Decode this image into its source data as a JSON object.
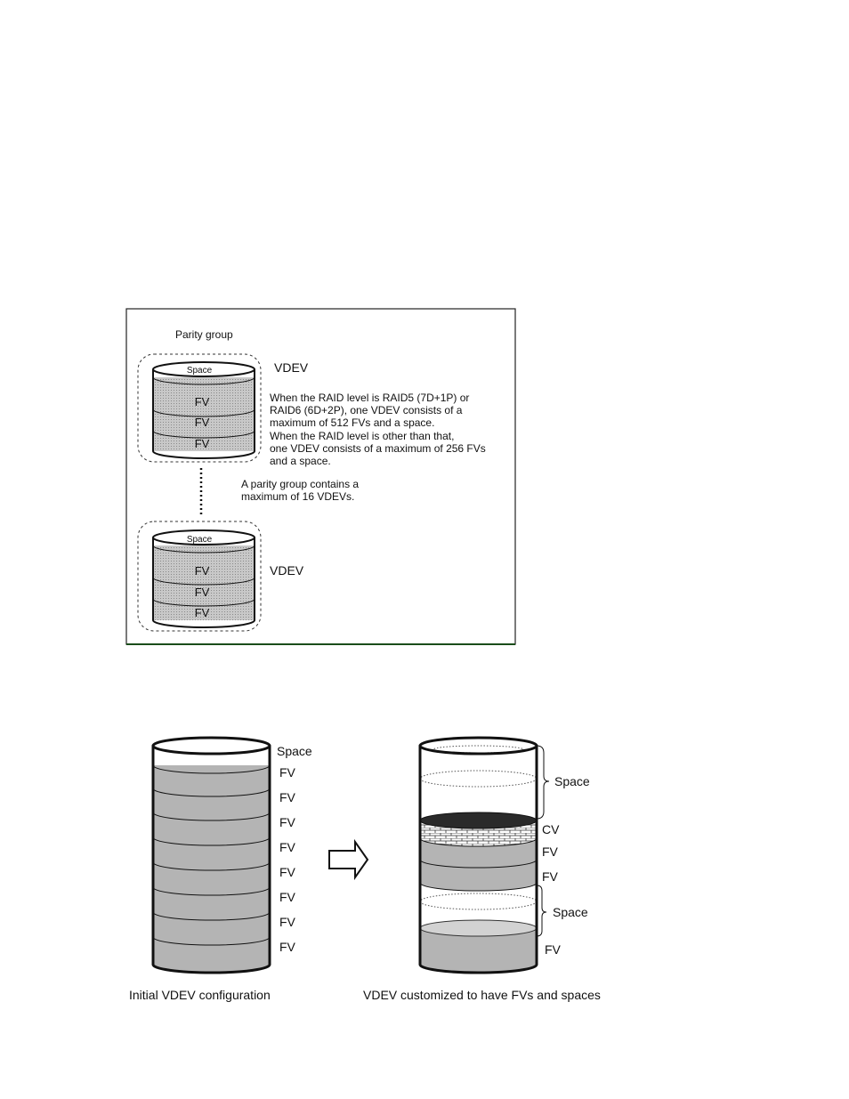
{
  "figure1": {
    "title": "Parity group",
    "top_vdev": {
      "label": "VDEV",
      "space_label": "Space",
      "fv_labels": [
        "FV",
        "FV",
        "FV"
      ]
    },
    "bottom_vdev": {
      "label": "VDEV",
      "space_label": "Space",
      "fv_labels": [
        "FV",
        "FV",
        "FV"
      ]
    },
    "description_lines": [
      "When the RAID level is RAID5 (7D+1P) or",
      "RAID6 (6D+2P), one VDEV consists of a",
      "maximum of 512 FVs and a space.",
      "When the RAID level is other than that,",
      "one VDEV consists of a maximum of 256 FVs",
      "and a space."
    ],
    "note_lines": [
      "A parity group contains a",
      "maximum of 16 VDEVs."
    ]
  },
  "figure2": {
    "left": {
      "caption": "Initial VDEV configuration",
      "space_label": "Space",
      "fv_labels": [
        "FV",
        "FV",
        "FV",
        "FV",
        "FV",
        "FV",
        "FV",
        "FV"
      ]
    },
    "right": {
      "caption": "VDEV customized to have FVs and spaces",
      "labels": {
        "space_top": "Space",
        "cv": "CV",
        "fv1": "FV",
        "fv2": "FV",
        "space_mid": "Space",
        "fv_bottom": "FV"
      }
    }
  },
  "colors": {
    "fill_gray": "#b4b4b4",
    "fill_light": "#d2d2d2",
    "dark_disk": "#2a2a2a",
    "frame_green": "#1a4d1a"
  }
}
